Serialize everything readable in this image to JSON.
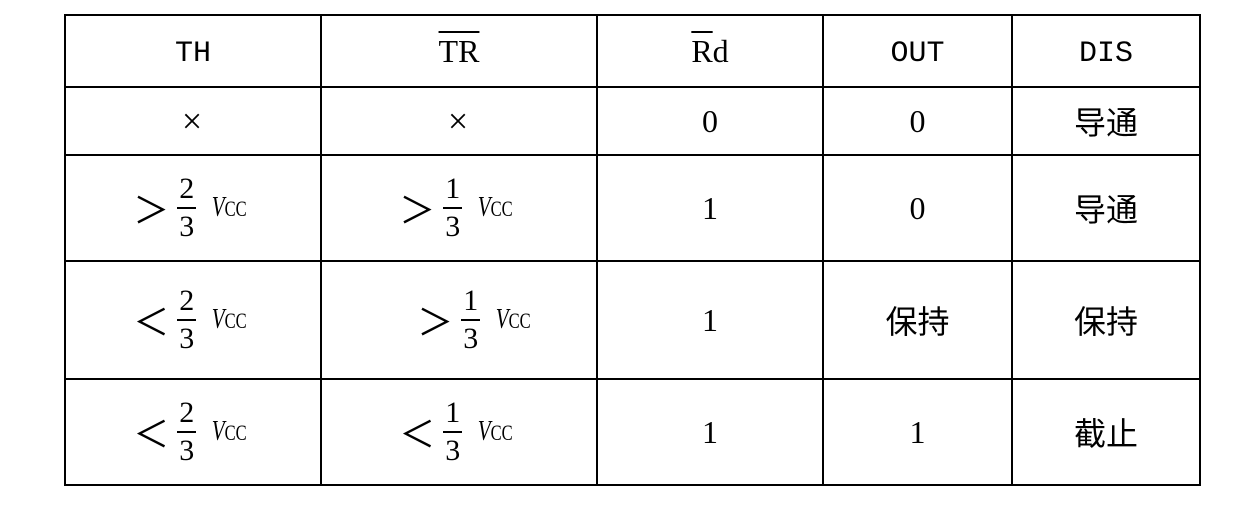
{
  "table": {
    "headers": {
      "th": "TH",
      "tr": "TR",
      "rd_first": "R",
      "rd_rest": "d",
      "out": "OUT",
      "dis": "DIS"
    },
    "rows": [
      {
        "th": "×",
        "tr": "×",
        "rd": "0",
        "out": "0",
        "dis": "导通"
      },
      {
        "th": {
          "cmp": "＞",
          "num": "2",
          "den": "3",
          "v": "V",
          "sub": "CC"
        },
        "tr": {
          "cmp": "＞",
          "num": "1",
          "den": "3",
          "v": "V",
          "sub": "CC"
        },
        "rd": "1",
        "out": "0",
        "dis": "导通"
      },
      {
        "th": {
          "cmp": "＜",
          "num": "2",
          "den": "3",
          "v": "V",
          "sub": "CC"
        },
        "tr": {
          "cmp": "＞",
          "num": "1",
          "den": "3",
          "v": "V",
          "sub": "CC"
        },
        "rd": "1",
        "out": "保持",
        "dis": "保持"
      },
      {
        "th": {
          "cmp": "＜",
          "num": "2",
          "den": "3",
          "v": "V",
          "sub": "CC"
        },
        "tr": {
          "cmp": "＜",
          "num": "1",
          "den": "3",
          "v": "V",
          "sub": "CC"
        },
        "rd": "1",
        "out": "1",
        "dis": "截止"
      }
    ]
  }
}
